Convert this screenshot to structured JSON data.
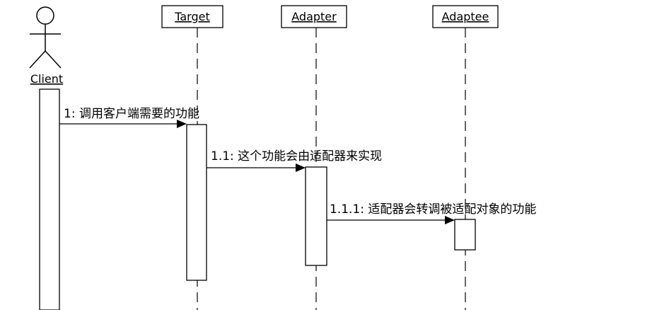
{
  "actor": {
    "label": "Client"
  },
  "lifelines": [
    {
      "id": "target",
      "label": "Target"
    },
    {
      "id": "adapter",
      "label": "Adapter"
    },
    {
      "id": "adaptee",
      "label": "Adaptee"
    }
  ],
  "messages": [
    {
      "id": "m1",
      "label": "1: 调用客户端需要的功能"
    },
    {
      "id": "m2",
      "label": "1.1: 这个功能会由适配器来实现"
    },
    {
      "id": "m3",
      "label": "1.1.1: 适配器会转调被适配对象的功能"
    }
  ]
}
